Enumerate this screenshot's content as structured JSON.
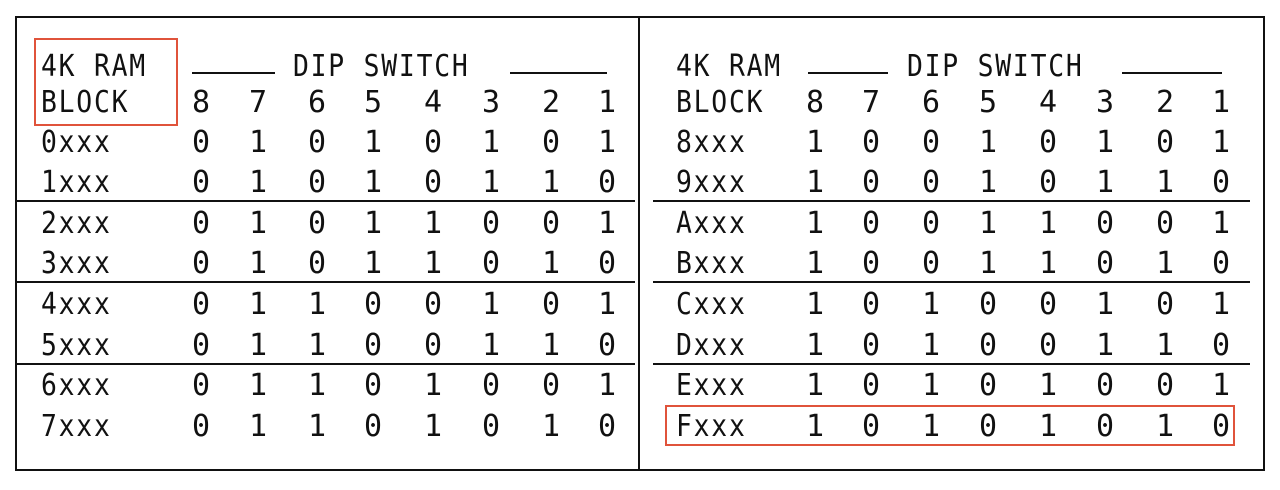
{
  "left": {
    "header": {
      "line1": "4K RAM",
      "line2": "BLOCK",
      "switch_title": "DIP SWITCH",
      "switch_numbers": [
        "8",
        "7",
        "6",
        "5",
        "4",
        "3",
        "2",
        "1"
      ]
    },
    "rows": [
      {
        "block": "0xxx",
        "bits": [
          "0",
          "1",
          "0",
          "1",
          "0",
          "1",
          "0",
          "1"
        ]
      },
      {
        "block": "1xxx",
        "bits": [
          "0",
          "1",
          "0",
          "1",
          "0",
          "1",
          "1",
          "0"
        ]
      },
      {
        "block": "2xxx",
        "bits": [
          "0",
          "1",
          "0",
          "1",
          "1",
          "0",
          "0",
          "1"
        ]
      },
      {
        "block": "3xxx",
        "bits": [
          "0",
          "1",
          "0",
          "1",
          "1",
          "0",
          "1",
          "0"
        ]
      },
      {
        "block": "4xxx",
        "bits": [
          "0",
          "1",
          "1",
          "0",
          "0",
          "1",
          "0",
          "1"
        ]
      },
      {
        "block": "5xxx",
        "bits": [
          "0",
          "1",
          "1",
          "0",
          "0",
          "1",
          "1",
          "0"
        ]
      },
      {
        "block": "6xxx",
        "bits": [
          "0",
          "1",
          "1",
          "0",
          "1",
          "0",
          "0",
          "1"
        ]
      },
      {
        "block": "7xxx",
        "bits": [
          "0",
          "1",
          "1",
          "0",
          "1",
          "0",
          "1",
          "0"
        ]
      }
    ]
  },
  "right": {
    "header": {
      "line1": "4K RAM",
      "line2": "BLOCK",
      "switch_title": "DIP SWITCH",
      "switch_numbers": [
        "8",
        "7",
        "6",
        "5",
        "4",
        "3",
        "2",
        "1"
      ]
    },
    "rows": [
      {
        "block": "8xxx",
        "bits": [
          "1",
          "0",
          "0",
          "1",
          "0",
          "1",
          "0",
          "1"
        ]
      },
      {
        "block": "9xxx",
        "bits": [
          "1",
          "0",
          "0",
          "1",
          "0",
          "1",
          "1",
          "0"
        ]
      },
      {
        "block": "Axxx",
        "bits": [
          "1",
          "0",
          "0",
          "1",
          "1",
          "0",
          "0",
          "1"
        ]
      },
      {
        "block": "Bxxx",
        "bits": [
          "1",
          "0",
          "0",
          "1",
          "1",
          "0",
          "1",
          "0"
        ]
      },
      {
        "block": "Cxxx",
        "bits": [
          "1",
          "0",
          "1",
          "0",
          "0",
          "1",
          "0",
          "1"
        ]
      },
      {
        "block": "Dxxx",
        "bits": [
          "1",
          "0",
          "1",
          "0",
          "0",
          "1",
          "1",
          "0"
        ]
      },
      {
        "block": "Exxx",
        "bits": [
          "1",
          "0",
          "1",
          "0",
          "1",
          "0",
          "0",
          "1"
        ]
      },
      {
        "block": "Fxxx",
        "bits": [
          "1",
          "0",
          "1",
          "0",
          "1",
          "0",
          "1",
          "0"
        ]
      }
    ]
  },
  "highlight_color": "#e0533b"
}
